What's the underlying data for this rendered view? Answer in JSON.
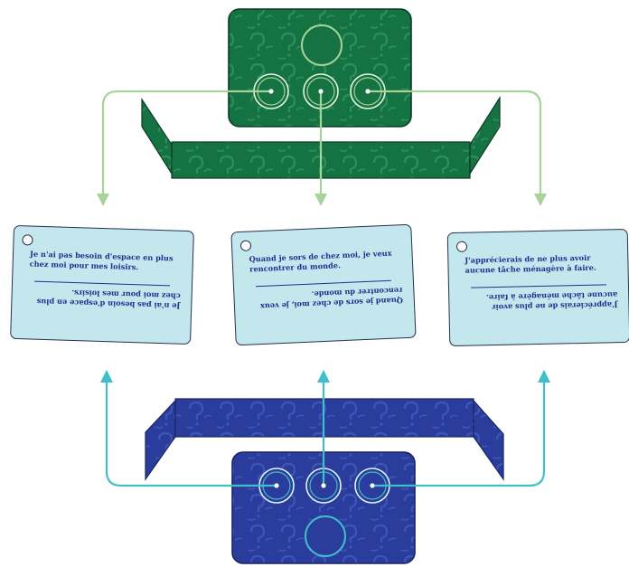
{
  "cards": [
    {
      "id": "card-left",
      "text": "Je n'ai pas besoin d'espace en plus chez moi pour mes loisirs."
    },
    {
      "id": "card-middle",
      "text": "Quand je sors de chez moi, je veux rencontrer du monde."
    },
    {
      "id": "card-right",
      "text": "J'apprécierais de ne plus avoir aucune tâche ménagère à faire."
    }
  ],
  "colors": {
    "green_device": "#157343",
    "green_arrow": "#a7d39a",
    "blue_device": "#2a3c9c",
    "blue_arrow": "#41bfc8",
    "card_bg": "#c3e7ec",
    "card_text": "#1f2f8f"
  },
  "icons": [
    "question-mark-pattern",
    "button-circle",
    "card-hole"
  ]
}
